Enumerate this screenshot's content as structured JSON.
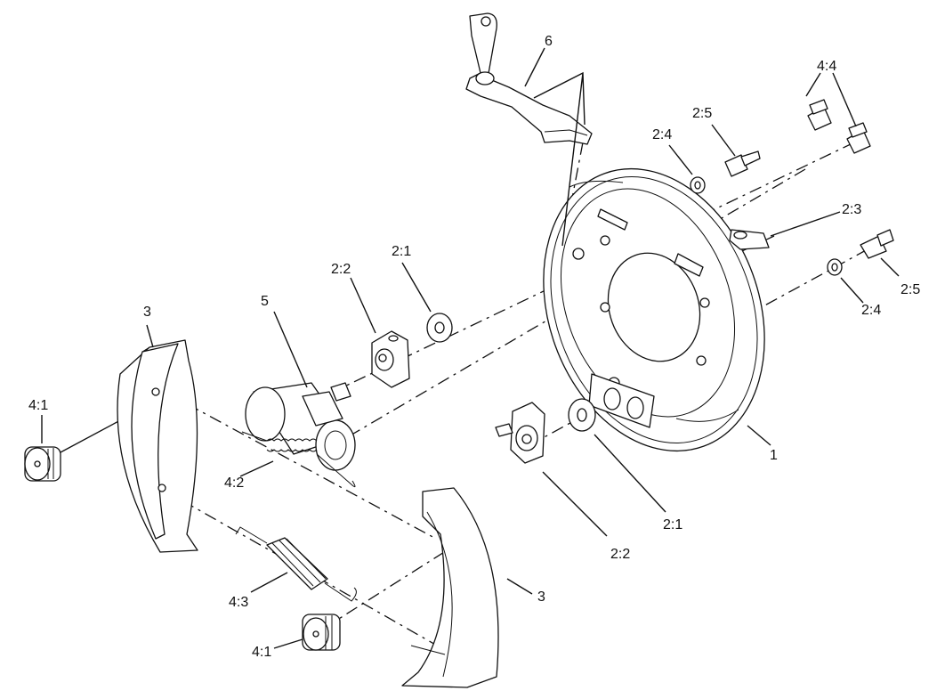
{
  "diagram": {
    "labels": {
      "backplate": "1",
      "washer_lower": "2:1",
      "washer_upper": "2:1",
      "eccentric_lower": "2:2",
      "eccentric_upper": "2:2",
      "clip": "2:3",
      "washer_right_upper": "2:4",
      "washer_right_lower": "2:4",
      "bolt_right_upper": "2:5",
      "bolt_right_lower": "2:5",
      "shoe_left": "3",
      "shoe_right": "3",
      "hold_down_upper": "4:1",
      "hold_down_lower": "4:1",
      "upper_spring": "4:2",
      "lower_spring": "4:3",
      "bolts_top": "4:4",
      "wheel_cylinder": "5",
      "lever": "6"
    }
  }
}
